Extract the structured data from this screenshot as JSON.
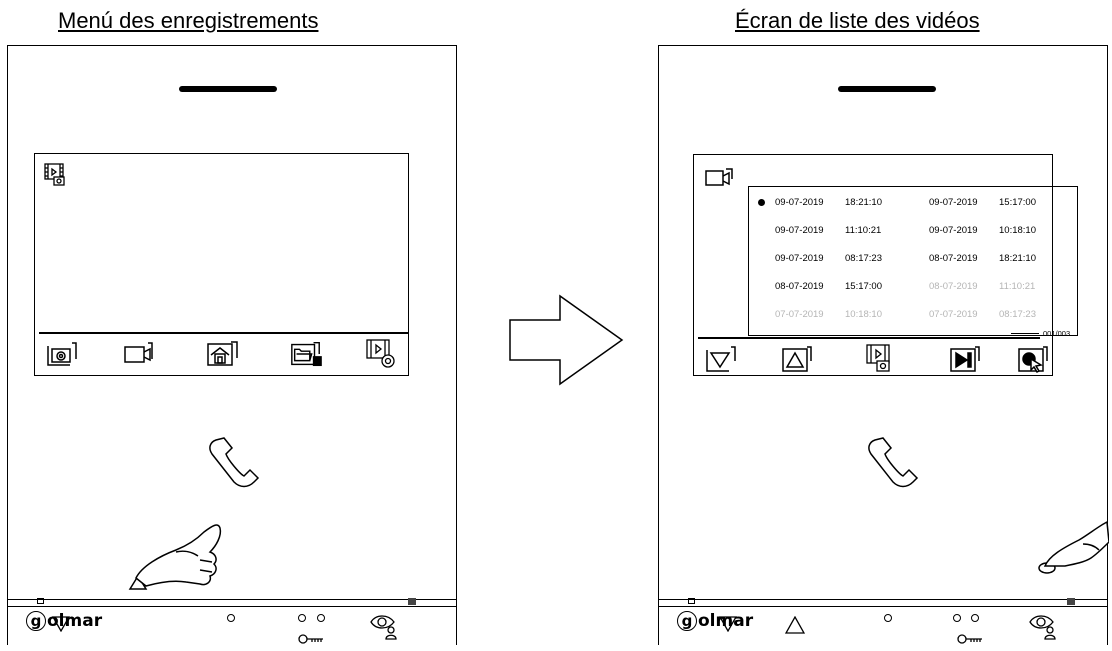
{
  "left_panel": {
    "title": "Menú des enregistrements",
    "menu_icon": "video-playback-camera-icon",
    "toolbar": [
      {
        "icon": "photo-camera-icon"
      },
      {
        "icon": "video-camera-icon"
      },
      {
        "icon": "home-icon"
      },
      {
        "icon": "folder-sd-card-icon"
      },
      {
        "icon": "video-settings-icon"
      }
    ],
    "hand_icon": "hand-pointer-icon"
  },
  "right_panel": {
    "title": "Écran de liste des vidéos",
    "header_icon": "video-camera-icon",
    "records": [
      {
        "date": "09-07-2019",
        "time": "18:21:10",
        "selected": true,
        "dimmed": false
      },
      {
        "date": "09-07-2019",
        "time": "15:17:00",
        "selected": false,
        "dimmed": false
      },
      {
        "date": "09-07-2019",
        "time": "11:10:21",
        "selected": false,
        "dimmed": false
      },
      {
        "date": "09-07-2019",
        "time": "10:18:10",
        "selected": false,
        "dimmed": false
      },
      {
        "date": "09-07-2019",
        "time": "08:17:23",
        "selected": false,
        "dimmed": false
      },
      {
        "date": "08-07-2019",
        "time": "18:21:10",
        "selected": false,
        "dimmed": false
      },
      {
        "date": "08-07-2019",
        "time": "15:17:00",
        "selected": false,
        "dimmed": false
      },
      {
        "date": "08-07-2019",
        "time": "11:10:21",
        "selected": false,
        "dimmed": true
      },
      {
        "date": "07-07-2019",
        "time": "10:18:10",
        "selected": false,
        "dimmed": true
      },
      {
        "date": "07-07-2019",
        "time": "08:17:23",
        "selected": false,
        "dimmed": true
      }
    ],
    "page_indicator": "001/003",
    "toolbar": [
      {
        "icon": "down-arrow-icon"
      },
      {
        "icon": "up-arrow-icon"
      },
      {
        "icon": "video-playback-camera-icon"
      },
      {
        "icon": "play-next-icon"
      },
      {
        "icon": "select-pointer-icon"
      }
    ],
    "hand_icon": "hand-pointer-icon"
  },
  "arrow_icon": "right-arrow-icon",
  "physical_controls": {
    "down_icon": "down-triangle-icon",
    "up_icon": "up-triangle-icon",
    "call_icon": "handset-icon",
    "key_icon": "key-icon",
    "eye_icon": "eye-user-icon"
  },
  "brand": {
    "logo_letter": "g",
    "name": "olmar"
  },
  "colors": {
    "ink": "#000000",
    "dim_text": "#b5b5b5",
    "background": "#ffffff"
  }
}
